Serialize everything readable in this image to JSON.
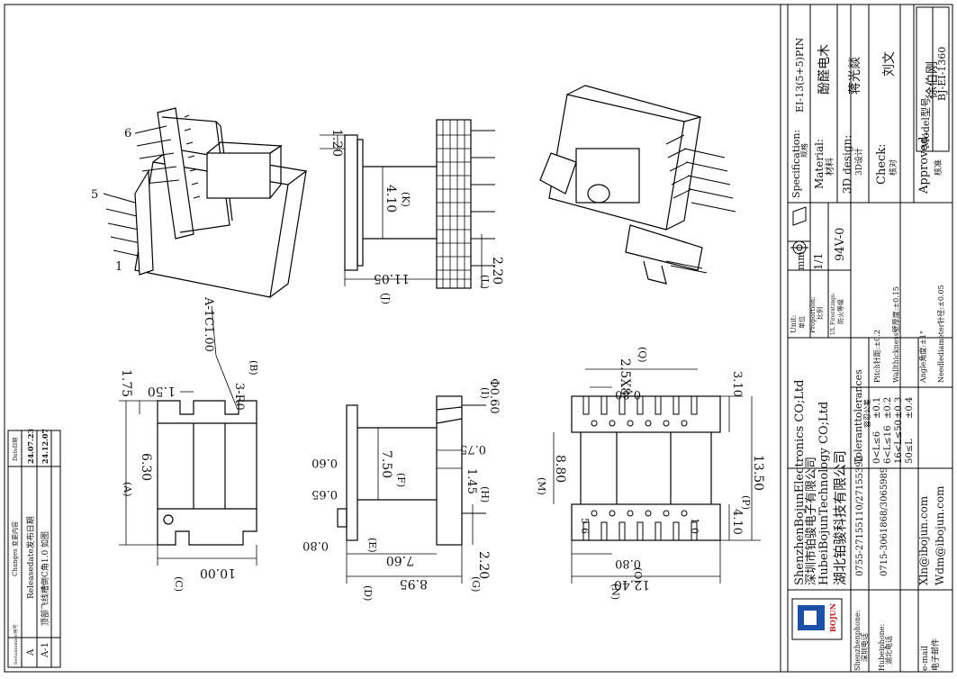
{
  "model": {
    "label": "Model型号",
    "value": "BJ-EI-1360"
  },
  "changes": {
    "header": {
      "serial": "Serialnumber序号",
      "content": "Changes 变更内容",
      "date": "Date日期"
    },
    "rows": [
      {
        "serial": "A",
        "content": "Releasedate发布日期",
        "date": "24.07.23"
      },
      {
        "serial": "A-1",
        "content": "顶部飞线槽倒C角1.0 如图",
        "date": "24.12.07"
      }
    ]
  },
  "dims": {
    "front": {
      "h175": "1.75",
      "w150": "1.50",
      "h630": "6.30",
      "w1000": "10.00",
      "a": "(A)",
      "b": "(B)",
      "c": "(C)",
      "r": "3-R0",
      "chamfer": "A-1C1.00"
    },
    "top": {
      "w120": "1.20",
      "k410": "4.10",
      "k": "(K)",
      "j1105": "11.05",
      "j": "(J)",
      "l220": "2.20",
      "l": "(L)"
    },
    "side": {
      "d060": "0.60",
      "d750": "7.50",
      "f": "(F)",
      "d075": "0.75",
      "d065": "0.65",
      "d145": "1.45",
      "h": "(H)",
      "i060": "Φ0.60",
      "i": "(I)",
      "d080": "0.80",
      "d760": "7.60",
      "e": "(E)",
      "d895": "8.95",
      "d": "(D)",
      "d220": "2.20",
      "g": "(G)"
    },
    "bottom": {
      "q": "2.5X8",
      "ql": "(Q)",
      "w080t": "0.80",
      "h310": "3.10",
      "m880": "8.80",
      "m": "(M)",
      "p1350": "13.50",
      "p": "(P)",
      "h410": "4.10",
      "w080b": "0.80",
      "o": "(O)",
      "n1240": "12.40",
      "n": "(N)",
      "pin5": "5",
      "pin6": "6",
      "pin1": "1",
      "pin0": "0"
    },
    "iso": {
      "p6": "6",
      "p5": "5",
      "p1": "1"
    }
  },
  "title_block": {
    "company": [
      "ShenzhenBojunElectronics CO;Ltd",
      "深圳市铂骏电子有限公司",
      "HubeiBojunTechnology CO;Ltd",
      "湖北铂骏科技有限公司"
    ],
    "logo_text": "BOJUN",
    "contacts": {
      "shenzhen": {
        "label": "Shenzhenphone:",
        "label_cn": "深圳电话",
        "value": "0755-27155110/27155392"
      },
      "hubei": {
        "label": "Hubeiphone:",
        "label_cn": "湖北电话",
        "value": "0715-3061868/3065989"
      },
      "email": {
        "label": "e-mail",
        "label_cn": "电子邮件",
        "values": [
          "Xln@ibojun.com",
          "Wdm@ibojun.com"
        ]
      }
    },
    "tolerances": {
      "title": "Toleranttolerances",
      "title_cn": "容忍公差",
      "rows": [
        {
          "range": "0<L≤6",
          "value": "±0.1",
          "note": "Pitch针距:±0.2"
        },
        {
          "range": "6<L≤16",
          "value": "±0.2",
          "note": "Wallthickness壁厚度:±0.15"
        },
        {
          "range": "16<L≤50",
          "value": "±0.3",
          "note": "Angle角度:±1°"
        },
        {
          "range": "50≤L",
          "value": "±0.4",
          "note": "Needlediameter针径:±0.05"
        }
      ]
    },
    "unit": {
      "label": "Unit:",
      "label_cn": "单位",
      "value": "mm"
    },
    "proportion": {
      "label": "Proportion:",
      "label_cn": "比例",
      "value": "1/1"
    },
    "ul": {
      "label": "UL Fireratings:",
      "label_cn": "防火等级",
      "value": "94V-0"
    },
    "specification": {
      "label": "Specification:",
      "label_cn": "规格",
      "value": "EI-13(5+5)PIN"
    },
    "material": {
      "label": "Material:",
      "label_cn": "材料",
      "value": "酚醛电木"
    },
    "design": {
      "label": "3D design:",
      "label_cn": "3D设计",
      "value": "蒋光燚"
    },
    "check": {
      "label": "Check:",
      "label_cn": "核对",
      "value": "刘文"
    },
    "approved": {
      "label": "Approved:",
      "label_cn": "核准",
      "value": "徐伯刚"
    }
  }
}
